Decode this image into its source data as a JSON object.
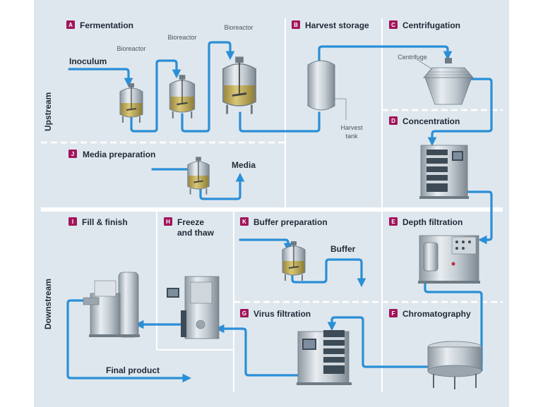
{
  "colors": {
    "background": "#dfe7ee",
    "divider": "#ffffff",
    "pipe": "#2a8fd6",
    "badge": "#a1155a",
    "liquid": "#c8b04a"
  },
  "side_labels": {
    "upstream": "Upstream",
    "downstream": "Downstream"
  },
  "sections": [
    {
      "key": "A",
      "label": "Fermentation"
    },
    {
      "key": "B",
      "label": "Harvest storage"
    },
    {
      "key": "C",
      "label": "Centrifugation"
    },
    {
      "key": "D",
      "label": "Concentration"
    },
    {
      "key": "J",
      "label": "Media preparation"
    },
    {
      "key": "I",
      "label": "Fill & finish"
    },
    {
      "key": "H",
      "label": "Freeze"
    },
    {
      "key": "K",
      "label": "Buffer preparation"
    },
    {
      "key": "E",
      "label": "Depth filtration"
    },
    {
      "key": "G",
      "label": "Virus filtration"
    },
    {
      "key": "F",
      "label": "Chromatography"
    }
  ],
  "section_h_line2": "and thaw",
  "equipment_labels": {
    "bioreactor1": "Bioreactor",
    "bioreactor2": "Bioreactor",
    "bioreactor3": "Bioreactor",
    "harvest_tank_line1": "Harvest",
    "harvest_tank_line2": "tank",
    "centrifuge": "Centrifuge"
  },
  "flow_labels": {
    "inoculum": "Inoculum",
    "media": "Media",
    "buffer": "Buffer",
    "final_product": "Final product"
  },
  "icons": [
    "bioreactor-icon",
    "harvest-tank-icon",
    "centrifuge-icon",
    "concentration-skid-icon",
    "depth-filtration-skid-icon",
    "chromatography-column-icon",
    "virus-filtration-skid-icon",
    "freeze-thaw-unit-icon",
    "fill-finish-machine-icon",
    "media-tank-icon",
    "buffer-tank-icon"
  ]
}
